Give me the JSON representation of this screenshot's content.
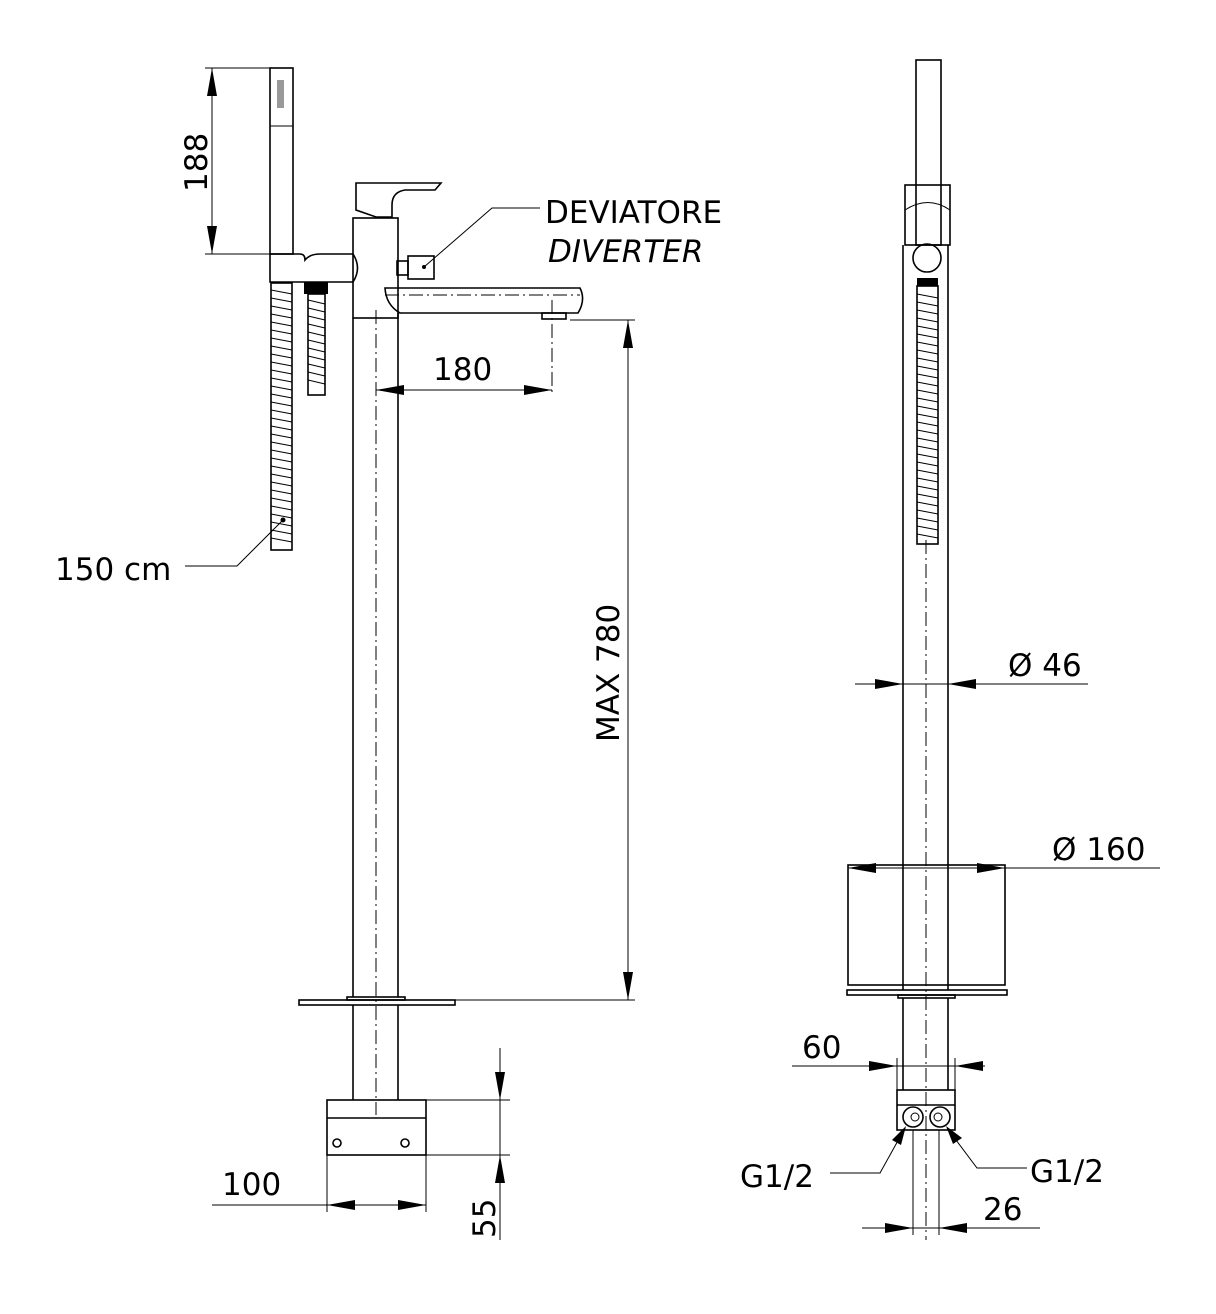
{
  "title": "Free-standing bath mixer with hand shower - technical drawing",
  "labels": {
    "diverter_it": "DEVIATORE",
    "diverter_en": "DIVERTER",
    "hose_length": "150 cm",
    "shower_height": "188",
    "spout_reach": "180",
    "max_height": "MAX 780",
    "base_width": "100",
    "base_height": "55",
    "column_diameter": "Ø 46",
    "shroud_diameter": "Ø 160",
    "pipe_width": "60",
    "connection_left": "G1/2",
    "connection_right": "G1/2",
    "connection_spacing": "26"
  },
  "colors": {
    "line": "#000000",
    "background": "#ffffff"
  }
}
